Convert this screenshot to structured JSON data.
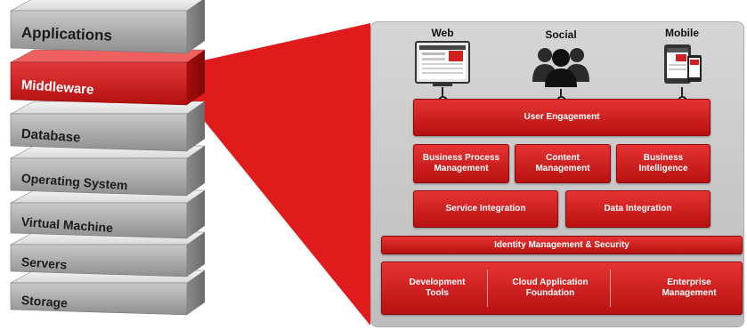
{
  "stack": {
    "layers": [
      {
        "label": "Applications",
        "highlighted": false
      },
      {
        "label": "Middleware",
        "highlighted": true
      },
      {
        "label": "Database",
        "highlighted": false
      },
      {
        "label": "Operating System",
        "highlighted": false
      },
      {
        "label": "Virtual Machine",
        "highlighted": false
      },
      {
        "label": "Servers",
        "highlighted": false
      },
      {
        "label": "Storage",
        "highlighted": false
      }
    ]
  },
  "channels": {
    "web": {
      "label": "Web",
      "icon": "web-browser-icon"
    },
    "social": {
      "label": "Social",
      "icon": "people-group-icon"
    },
    "mobile": {
      "label": "Mobile",
      "icon": "tablet-phone-icon"
    }
  },
  "middleware": {
    "user_engagement": "User Engagement",
    "bpm": "Business Process Management",
    "content": "Content Management",
    "bi": "Business Intelligence",
    "service_integration": "Service Integration",
    "data_integration": "Data Integration",
    "identity": "Identity Management & Security",
    "dev_tools": "Development Tools",
    "cloud_foundation": "Cloud Application Foundation",
    "enterprise_mgmt": "Enterprise Management"
  },
  "colors": {
    "accent_red": "#cc1f1f",
    "gray_layer": "#a9a9a9",
    "panel_gray": "#c8c8c8"
  }
}
